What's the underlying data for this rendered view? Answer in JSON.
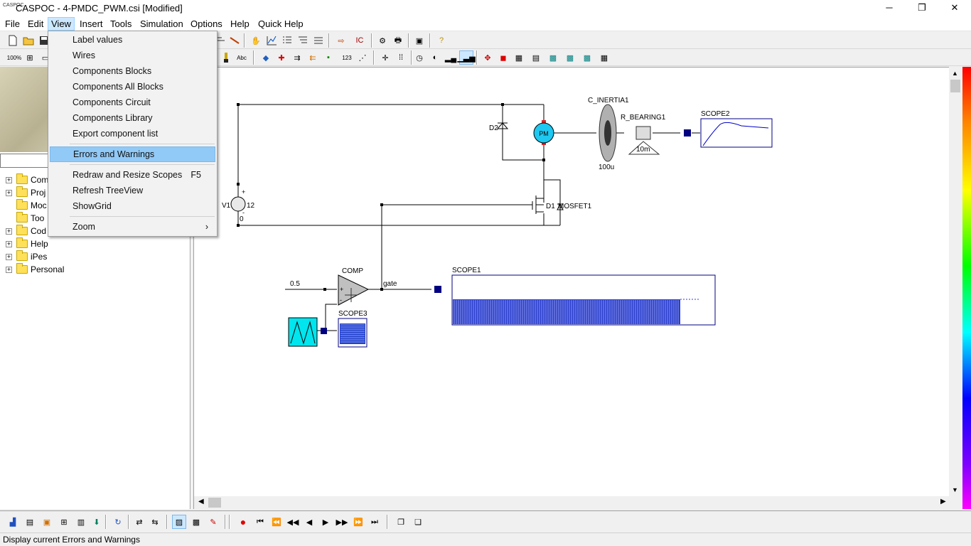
{
  "window": {
    "app_icon_text": "CASPOC",
    "title": "CASPOC - 4-PMDC_PWM.csi [Modified]",
    "minimize": "─",
    "maximize": "❐",
    "close": "✕"
  },
  "menubar": {
    "items": [
      "File",
      "Edit",
      "View",
      "Insert",
      "Tools",
      "Simulation",
      "Options",
      "Help",
      "Quick Help"
    ],
    "open_menu": "View"
  },
  "view_menu": {
    "items": [
      {
        "label": "Label values"
      },
      {
        "label": "Wires"
      },
      {
        "label": "Components Blocks"
      },
      {
        "label": "Components All Blocks"
      },
      {
        "label": "Components Circuit"
      },
      {
        "label": "Components Library"
      },
      {
        "label": "Export component list"
      },
      {
        "label": "Errors and Warnings",
        "highlighted": true
      },
      {
        "label": "Redraw and Resize Scopes",
        "shortcut": "F5"
      },
      {
        "label": "Refresh TreeView"
      },
      {
        "label": "ShowGrid"
      },
      {
        "label": "Zoom",
        "submenu_arrow": "›"
      }
    ]
  },
  "tree": {
    "items": [
      {
        "label": "Com",
        "expander": "+"
      },
      {
        "label": "Proj",
        "expander": "+"
      },
      {
        "label": "Moc",
        "expander": ""
      },
      {
        "label": "Too",
        "expander": ""
      },
      {
        "label": "Cod",
        "expander": "+"
      },
      {
        "label": "Help",
        "expander": "+"
      },
      {
        "label": "iPes",
        "expander": "+"
      },
      {
        "label": "Personal",
        "expander": "+"
      }
    ]
  },
  "toolbar": {
    "zoom100": "100%",
    "abc": "Abc",
    "num123": "123",
    "ic": "IC"
  },
  "schematic": {
    "d2": "D2",
    "pm": "PM",
    "c_inertia": "C_INERTIA1",
    "c_inertia_value": "100u",
    "r_bearing": "R_BEARING1",
    "r_bearing_value": "10m",
    "scope2": "SCOPE2",
    "v1": "V1",
    "v1_value": "12",
    "v1_plus": "+",
    "v1_minus": "-",
    "v1_zero": "0",
    "d1": "D1",
    "mosfet": "MOSFET1",
    "comp": "COMP",
    "const_value": "0.5",
    "gate": "gate",
    "scope1": "SCOPE1",
    "scope3": "SCOPE3",
    "comp_plus": "+",
    "comp_minus": "-"
  },
  "status": {
    "text": "Display current Errors and Warnings"
  },
  "colors": {
    "wire": "#000000",
    "node": "#000080",
    "scope_trace": "#0000cc",
    "pm_fill": "#1ec8f0",
    "triangle_fill": "#00e5ee",
    "menu_highlight": "#91c9f7"
  }
}
